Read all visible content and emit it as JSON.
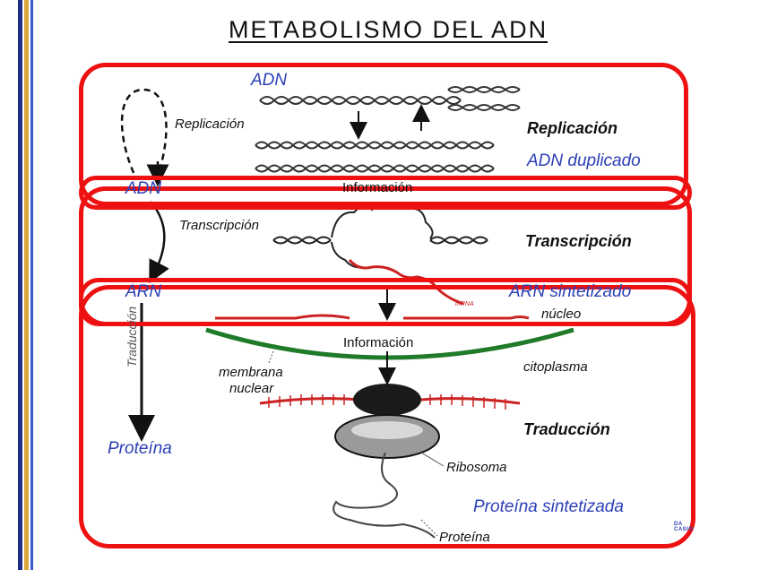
{
  "slide": {
    "title": "METABOLISMO DEL ADN"
  },
  "labels": {
    "adn_top": "ADN",
    "replicacion_arrow": "Replicación",
    "replicacion_stage": "Replicación",
    "adn_duplicado": "ADN duplicado",
    "adn_left": "ADN",
    "informacion_1": "Información",
    "transcripcion_arrow": "Transcripción",
    "transcripcion_stage": "Transcripción",
    "arn_left": "ARN",
    "arn_sintetizado": "ARN sintetizado",
    "mrna_small": "mRNA",
    "nucleo": "núcleo",
    "informacion_2": "Información",
    "traduccion_arrow": "Traducción",
    "membrana": "membrana",
    "nuclear": "nuclear",
    "citoplasma": "citoplasma",
    "traduccion_stage": "Traducción",
    "proteina_left": "Proteína",
    "ribosoma": "Ribosoma",
    "proteina_sintetizada": "Proteína sintetizada",
    "proteina_bottom": "Proteína"
  },
  "logo": {
    "line1": "DA",
    "line2": "CASIO"
  },
  "colors": {
    "highlight_box": "#ee1111",
    "label_blue": "#2b3fb5",
    "rna_red": "#cc2222",
    "membrane_green": "#1f7a2a",
    "stripe_navy": "#1e2f8a",
    "stripe_gold": "#d8a93a"
  }
}
